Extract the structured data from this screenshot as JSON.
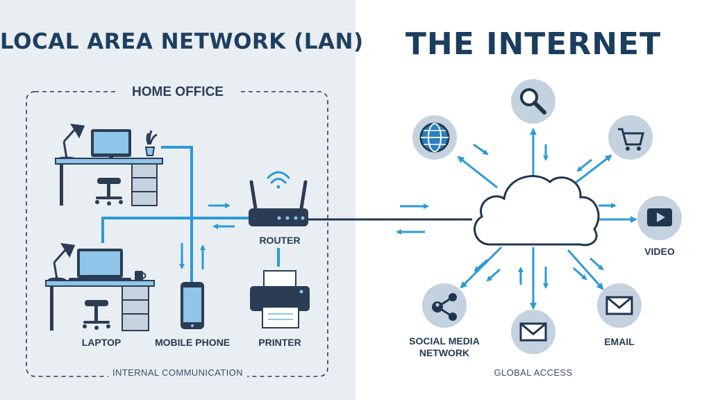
{
  "lan": {
    "title": "LOCAL AREA NETWORK (LAN)",
    "group_label": "HOME OFFICE",
    "footer": "INTERNAL COMMUNICATION",
    "devices": {
      "laptop": "LAPTOP",
      "mobile_phone": "MOBILE PHONE",
      "printer": "PRINTER",
      "router": "ROUTER"
    }
  },
  "internet": {
    "title": "THE INTERNET",
    "footer": "GLOBAL ACCESS",
    "services": {
      "video": "VIDEO",
      "email": "EMAIL",
      "social_media_line1": "SOCIAL MEDIA",
      "social_media_line2": "NETWORK"
    }
  },
  "colors": {
    "accent_blue": "#2a9ad6",
    "dark_navy": "#1f3650",
    "device_fill": "#8ec5e8",
    "lan_background": "#e9eef3",
    "icon_circle": "#c4d2df"
  },
  "icons": [
    "desk-lamp-icon",
    "desktop-monitor-icon",
    "plant-icon",
    "office-chair-icon",
    "laptop-icon",
    "coffee-mug-icon",
    "mobile-phone-icon",
    "router-icon",
    "wifi-icon",
    "printer-icon",
    "cloud-icon",
    "globe-icon",
    "search-icon",
    "shopping-cart-icon",
    "video-play-icon",
    "email-envelope-icon",
    "social-network-icon"
  ]
}
